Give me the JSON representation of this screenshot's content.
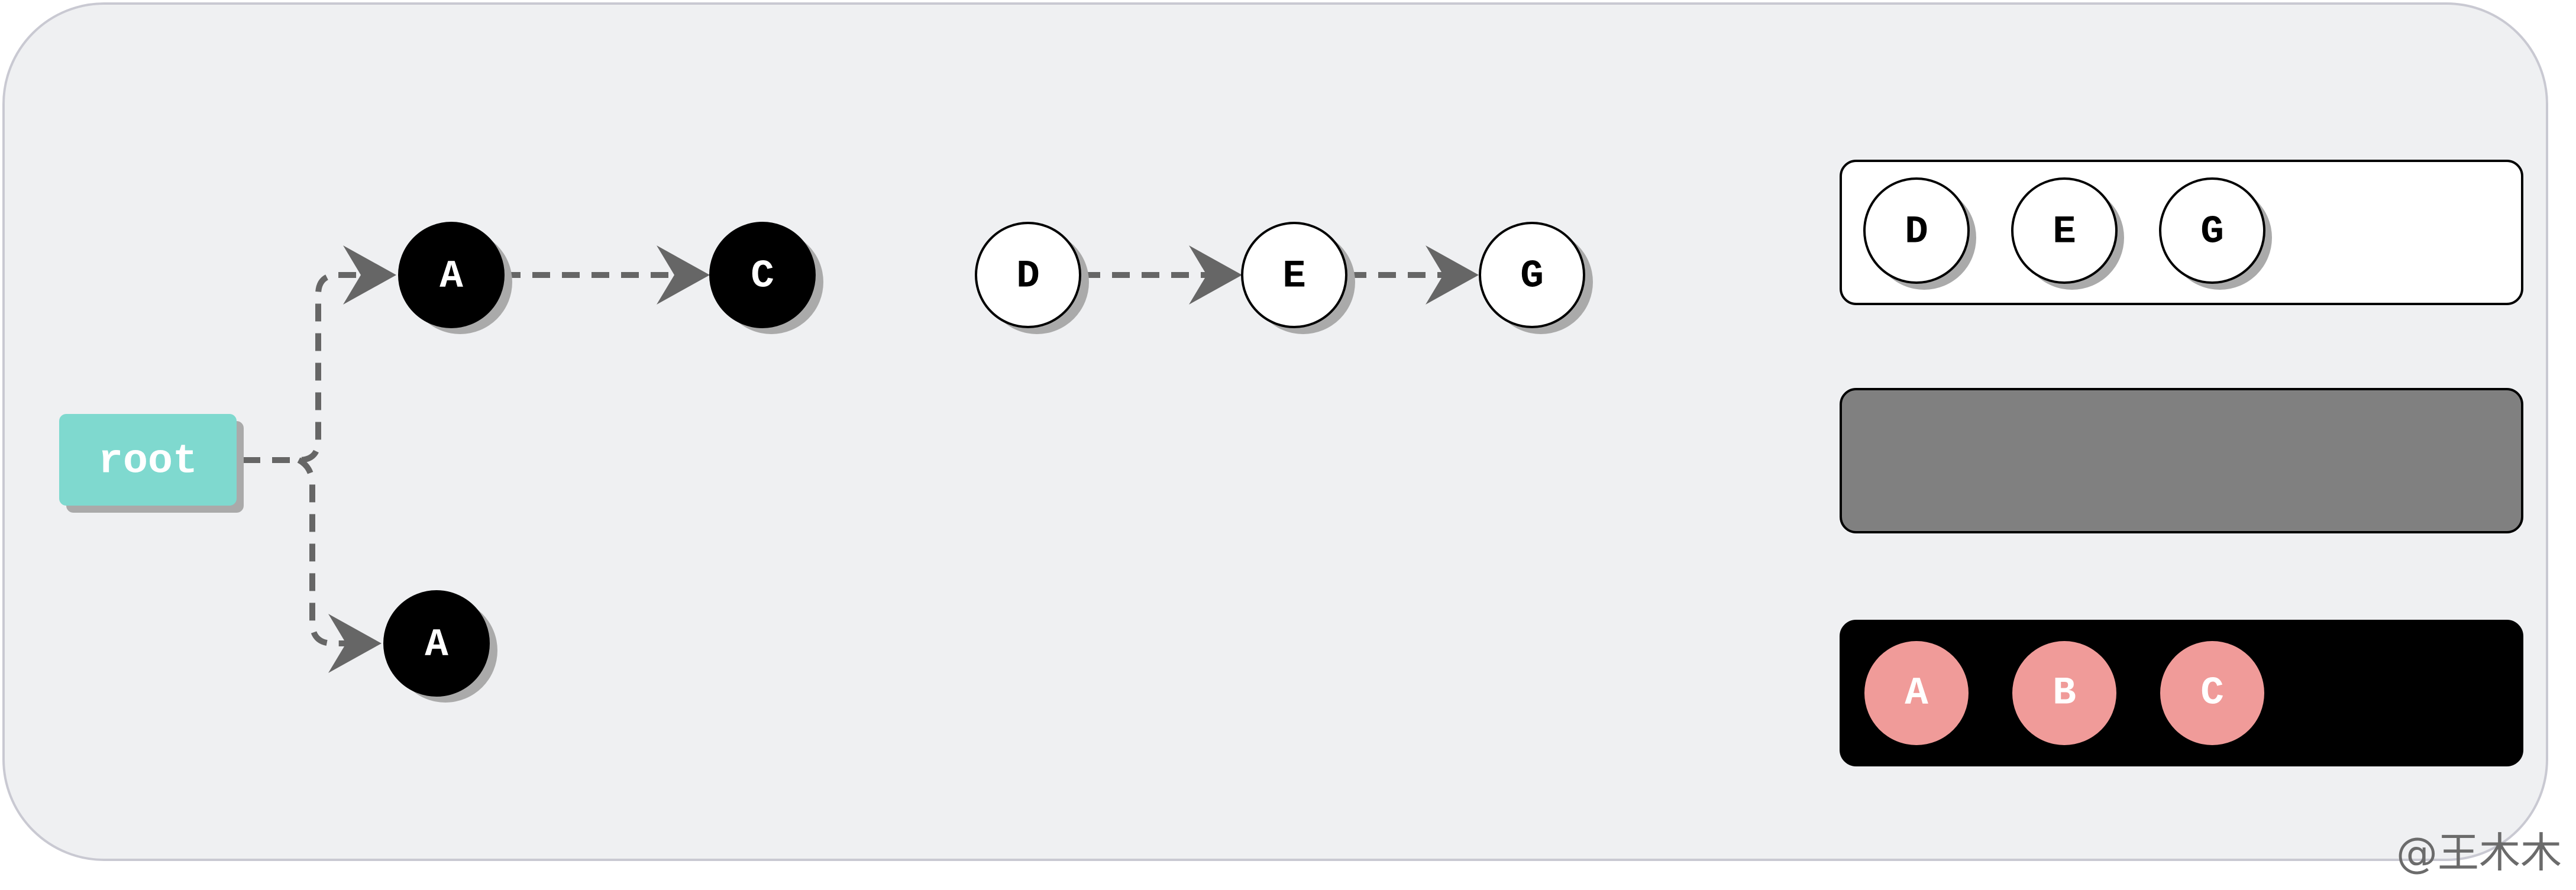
{
  "root_label": "root",
  "tree": {
    "branch_upper": [
      "A",
      "C"
    ],
    "branch_lower": [
      "A"
    ],
    "chain": [
      "D",
      "E",
      "G"
    ]
  },
  "panels": {
    "white_panel_nodes": [
      "D",
      "E",
      "G"
    ],
    "gray_panel_nodes": [],
    "black_panel_nodes": [
      "A",
      "B",
      "C"
    ]
  },
  "colors": {
    "background_panel": "#eff0f2",
    "root_box": "#7fd9cf",
    "black_node": "#000000",
    "white_node": "#ffffff",
    "pink_node": "#f09b99",
    "gray_panel": "#808080",
    "arrow": "#666666",
    "shadow": "#aaaaaa"
  },
  "watermark": "@王木木"
}
